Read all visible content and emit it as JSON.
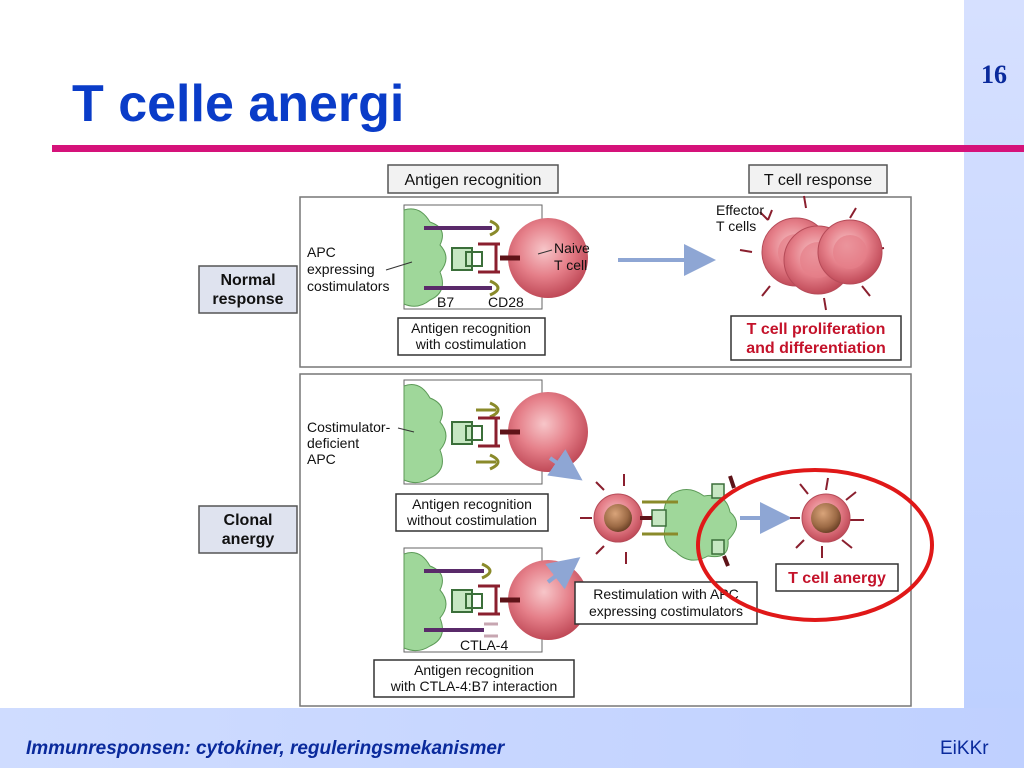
{
  "slide": {
    "title": "T celle anergi",
    "page_number": "16",
    "footer": "Immunresponsen: cytokiner, reguleringsmekanismer",
    "credit": "EiKKr"
  },
  "diagram": {
    "header_left": "Antigen recognition",
    "header_right": "T cell response",
    "normal": {
      "row_label": [
        "Normal",
        "response"
      ],
      "apc_label": [
        "APC",
        "expressing",
        "costimulators"
      ],
      "naive_label": [
        "Naive",
        "T cell"
      ],
      "b7_label": "B7",
      "cd28_label": "CD28",
      "caption": [
        "Antigen recognition",
        "with costimulation"
      ],
      "effector_label": [
        "Effector",
        "T cells"
      ],
      "result": [
        "T cell proliferation",
        "and differentiation"
      ]
    },
    "clonal": {
      "row_label": [
        "Clonal",
        "anergy"
      ],
      "apc_label": [
        "Costimulator-",
        "deficient",
        "APC"
      ],
      "caption1": [
        "Antigen recognition",
        "without costimulation"
      ],
      "ctla4_label": "CTLA-4",
      "caption2": [
        "Antigen recognition",
        "with CTLA-4:B7 interaction"
      ],
      "restim_caption": [
        "Restimulation with APC",
        "expressing costimulators"
      ],
      "result": "T cell anergy"
    }
  },
  "colors": {
    "title": "#0a3cc8",
    "rule": "#d5127a",
    "footer_text": "#0a2a9c",
    "apc_green": "#9fd79a",
    "t_cell_red": "#e27b85",
    "anergic_brown": "#9c6a45",
    "highlight_circle": "#e01818",
    "arrow_blue": "#8ea6d4"
  }
}
